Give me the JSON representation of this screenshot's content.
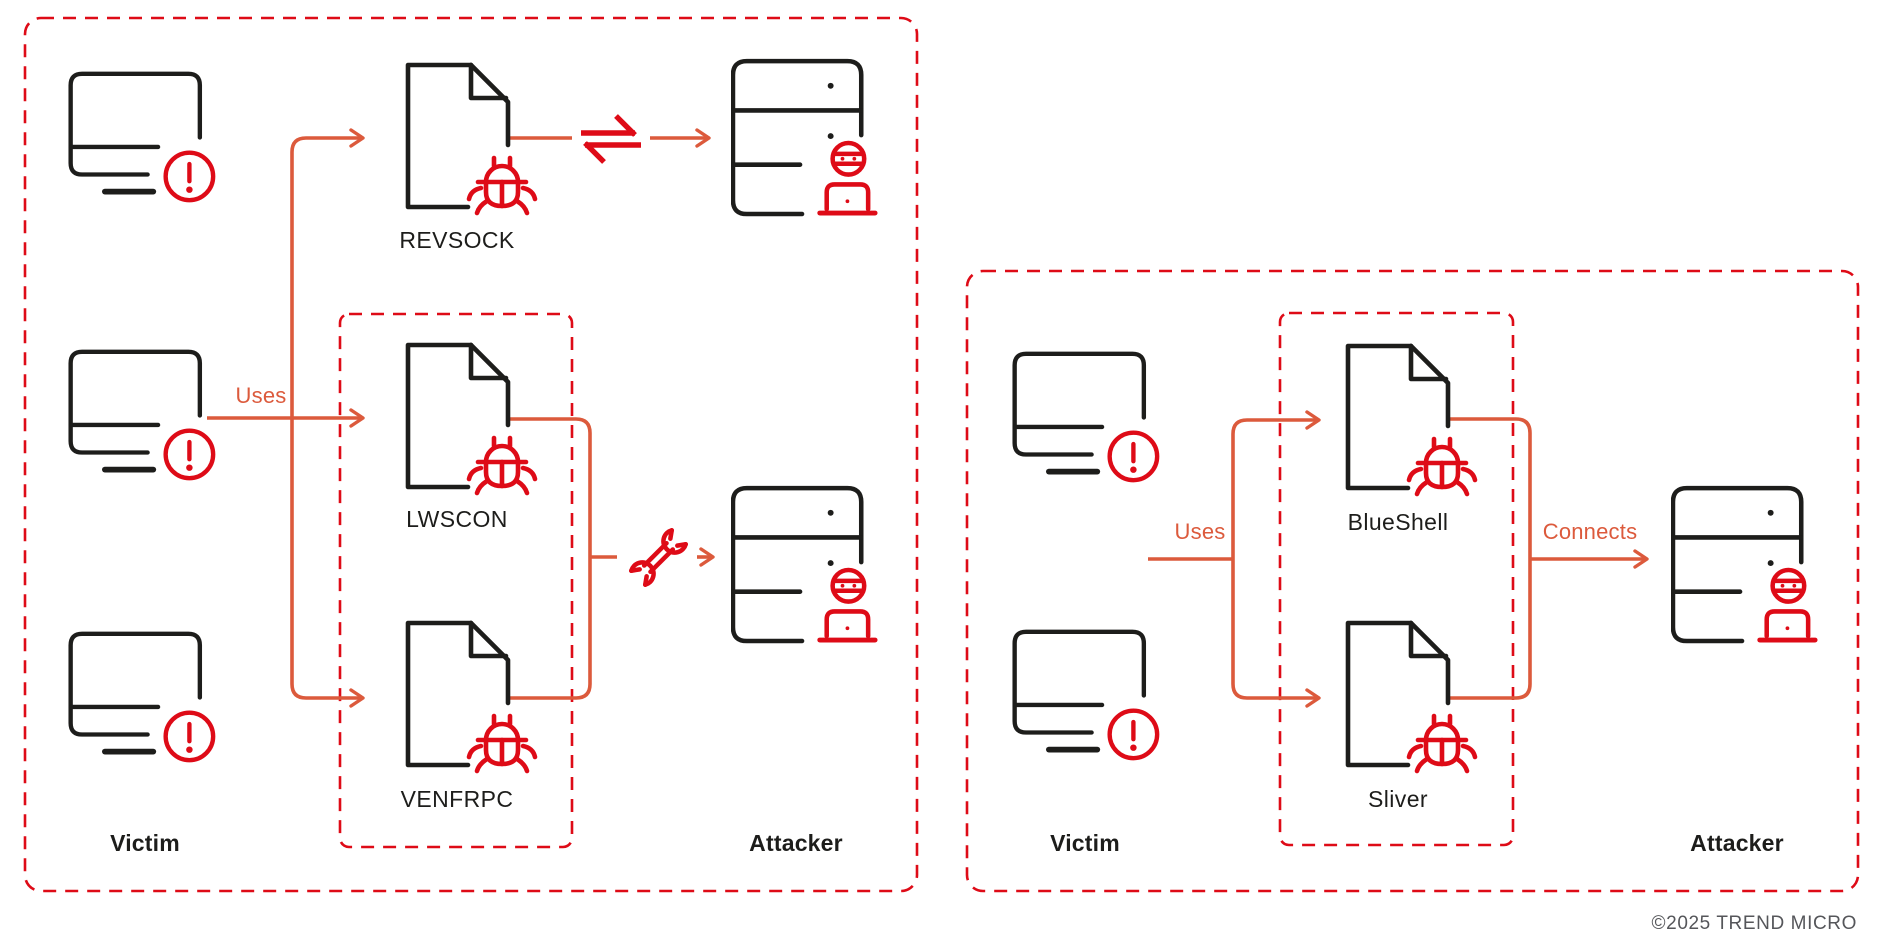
{
  "left_panel": {
    "victim_label": "Victim",
    "attacker_label": "Attacker",
    "uses_label": "Uses",
    "tools": [
      {
        "name": "REVSOCK"
      },
      {
        "name": "LWSCON"
      },
      {
        "name": "VENFRPC"
      }
    ]
  },
  "right_panel": {
    "victim_label": "Victim",
    "attacker_label": "Attacker",
    "uses_label": "Uses",
    "connects_label": "Connects",
    "tools": [
      {
        "name": "BlueShell"
      },
      {
        "name": "Sliver"
      }
    ]
  },
  "footer": {
    "copyright": "©2025 TREND MICRO"
  },
  "colors": {
    "flow_orange": "#DC5A3C",
    "brand_red": "#DE0B17",
    "ink_black": "#1D1D1B",
    "muted_gray": "#55565A"
  },
  "icons": {
    "victim": "computer-alert-icon",
    "malware": "malware-file-icon",
    "attacker": "attacker-server-icon",
    "relay": "exchange-arrows-icon",
    "tool": "wrench-icon"
  }
}
